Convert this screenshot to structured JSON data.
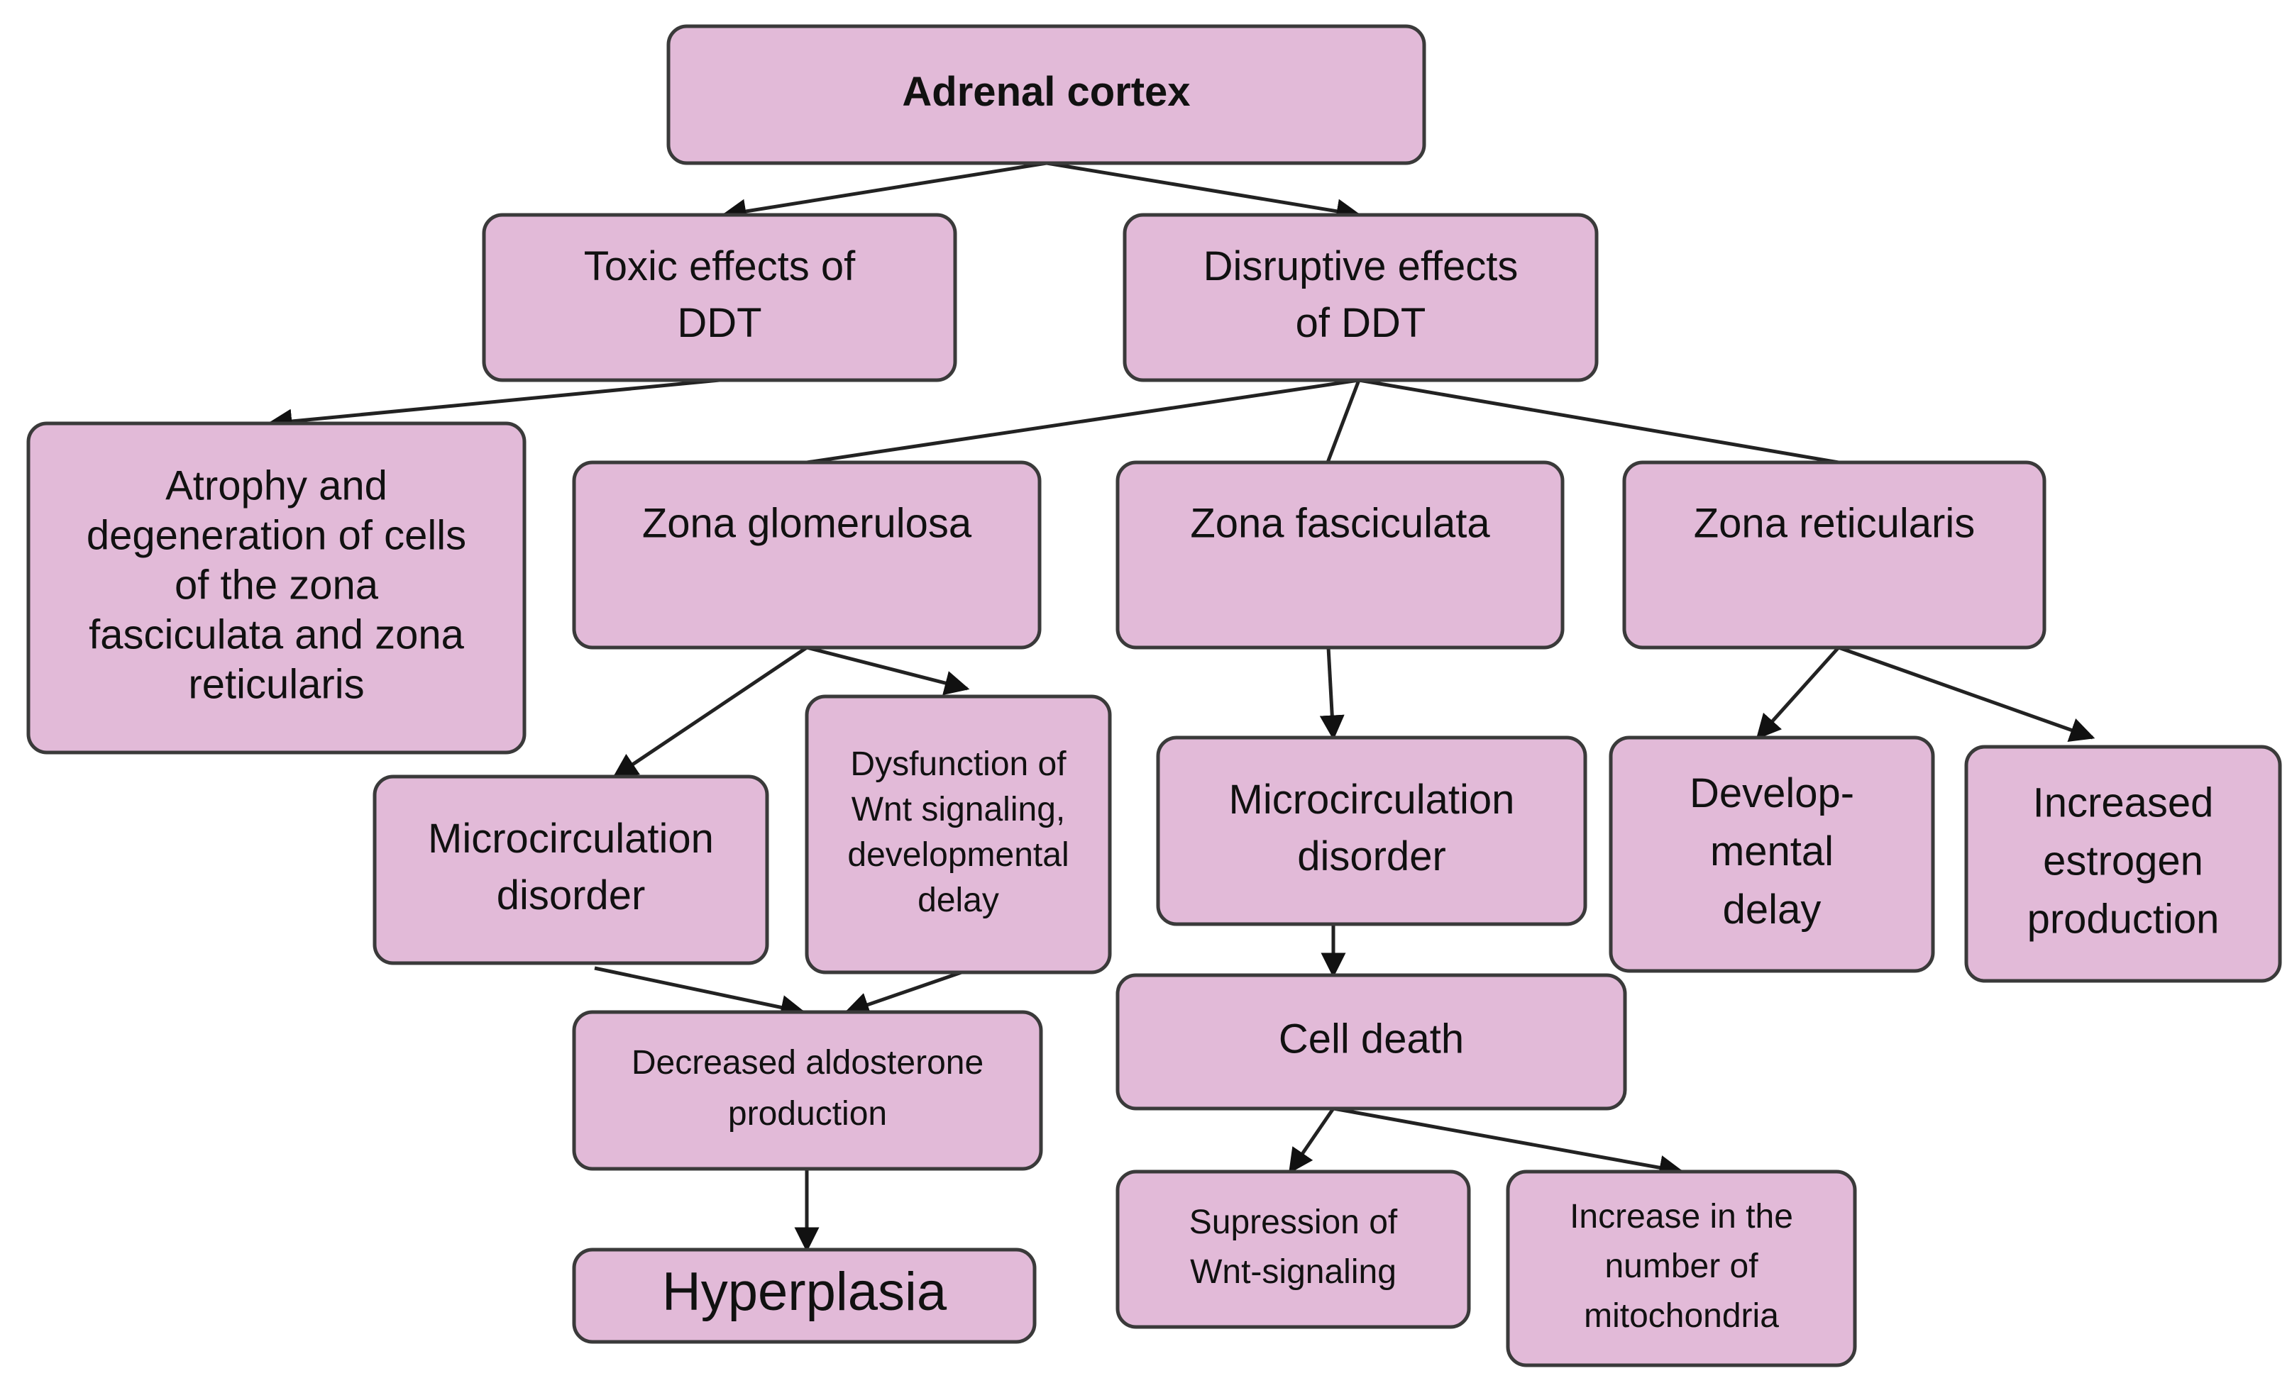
{
  "diagram": {
    "nodes": {
      "adrenal_cortex": [
        "Adrenal cortex"
      ],
      "toxic_effects": [
        "Toxic effects of",
        "DDT"
      ],
      "disruptive_effects": [
        "Disruptive effects",
        "of DDT"
      ],
      "atrophy": [
        "Atrophy and",
        "degeneration of cells",
        "of the zona",
        "fasciculata and zona",
        "reticularis"
      ],
      "zona_glomerulosa": [
        "Zona glomerulosa"
      ],
      "zona_fasciculata": [
        "Zona fasciculata"
      ],
      "zona_reticularis": [
        "Zona reticularis"
      ],
      "microcirculation_disorder_zg": [
        "Microcirculation",
        "disorder"
      ],
      "wnt_dysfunction": [
        "Dysfunction of",
        "Wnt signaling,",
        "developmental",
        "delay"
      ],
      "microcirculation_disorder_zf": [
        "Microcirculation",
        "disorder"
      ],
      "developmental_delay": [
        "Develop-",
        "mental",
        "delay"
      ],
      "increased_estrogen": [
        "Increased",
        "estrogen",
        "production"
      ],
      "decreased_aldosterone": [
        "Decreased aldosterone",
        "production"
      ],
      "cell_death": [
        "Cell death"
      ],
      "hyperplasia": [
        "Hyperplasia"
      ],
      "wnt_suppression": [
        "Supression of",
        "Wnt-signaling"
      ],
      "mitochondria_increase": [
        "Increase in the",
        "number of",
        "mitochondria"
      ]
    },
    "edges": [
      {
        "from": "adrenal_cortex",
        "to": "toxic_effects",
        "arrow": true
      },
      {
        "from": "adrenal_cortex",
        "to": "disruptive_effects",
        "arrow": true
      },
      {
        "from": "toxic_effects",
        "to": "atrophy",
        "arrow": true
      },
      {
        "from": "disruptive_effects",
        "to": "zona_glomerulosa",
        "arrow": false
      },
      {
        "from": "disruptive_effects",
        "to": "zona_fasciculata",
        "arrow": false
      },
      {
        "from": "disruptive_effects",
        "to": "zona_reticularis",
        "arrow": false
      },
      {
        "from": "zona_glomerulosa",
        "to": "microcirculation_disorder_zg",
        "arrow": true
      },
      {
        "from": "zona_glomerulosa",
        "to": "wnt_dysfunction",
        "arrow": true
      },
      {
        "from": "zona_fasciculata",
        "to": "microcirculation_disorder_zf",
        "arrow": true
      },
      {
        "from": "zona_reticularis",
        "to": "developmental_delay",
        "arrow": true
      },
      {
        "from": "zona_reticularis",
        "to": "increased_estrogen",
        "arrow": true
      },
      {
        "from": "microcirculation_disorder_zg",
        "to": "decreased_aldosterone",
        "arrow": true
      },
      {
        "from": "wnt_dysfunction",
        "to": "decreased_aldosterone",
        "arrow": true
      },
      {
        "from": "decreased_aldosterone",
        "to": "hyperplasia",
        "arrow": true
      },
      {
        "from": "microcirculation_disorder_zf",
        "to": "cell_death",
        "arrow": true
      },
      {
        "from": "cell_death",
        "to": "wnt_suppression",
        "arrow": true
      },
      {
        "from": "cell_death",
        "to": "mitochondria_increase",
        "arrow": true
      }
    ]
  }
}
